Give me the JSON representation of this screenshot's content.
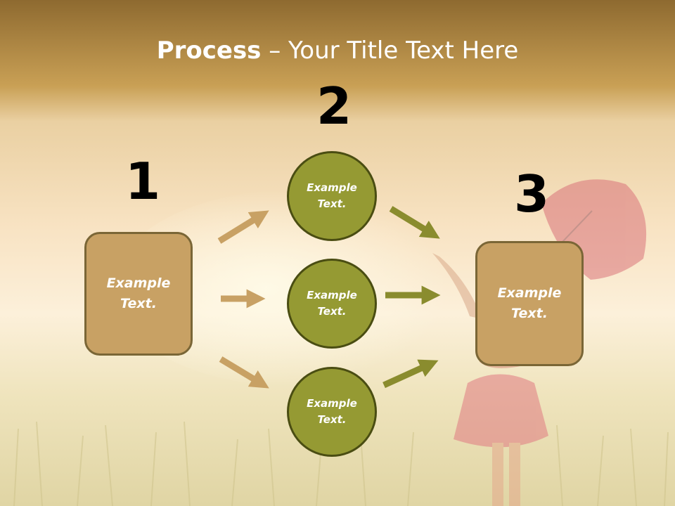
{
  "slide": {
    "title_bold": "Process",
    "title_rest": " – Your Title Text Here",
    "step_numbers": [
      "1",
      "2",
      "3"
    ],
    "left_box": {
      "line1": "Example",
      "line2": "Text."
    },
    "right_box": {
      "line1": "Example",
      "line2": "Text."
    },
    "circles": [
      {
        "line1": "Example",
        "line2": "Text."
      },
      {
        "line1": "Example",
        "line2": "Text."
      },
      {
        "line1": "Example",
        "line2": "Text."
      }
    ]
  },
  "colors": {
    "box_fill": "#c8a164",
    "circle_fill": "#959a33",
    "left_arrows": "#c8a164",
    "right_arrows": "#8a8c2e"
  }
}
